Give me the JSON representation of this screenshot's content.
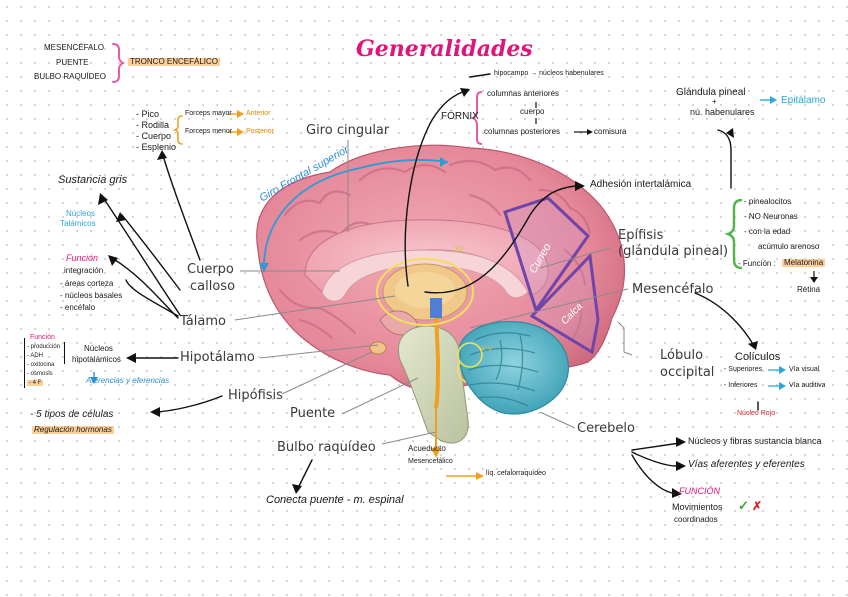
{
  "title": "Generalidades",
  "brainstem_group": {
    "items": [
      "MESENCÉFALO",
      "PUENTE",
      "BULBO RAQUÍDEO"
    ],
    "label": "TRONCO ENCEFÁLICO"
  },
  "labels": {
    "giro_cingular": "Giro cingular",
    "cuerpo_calloso": [
      "Cuerpo",
      "calloso"
    ],
    "talamo": "Tálamo",
    "hipotalamo": "Hipotálamo",
    "hipofisis": "Hipófisis",
    "puente": "Puente",
    "bulbo": "Bulbo raquídeo",
    "epifisis": [
      "Epífisis",
      "(glándula pineal)"
    ],
    "mesencefalo": "Mesencéfalo",
    "lobulo_occipital": [
      "Lóbulo",
      "occipital"
    ],
    "cerebelo": "Cerebelo"
  },
  "brain_text": {
    "giro_frontal_superior": "Giro Frontal superior",
    "cuneo": "Cuneo",
    "calcarina": "Calca",
    "sv": "3V",
    "cv": "4°V"
  },
  "callosum_parts": {
    "items": [
      "- Pico",
      "- Rodilla",
      "- Cuerpo",
      "- Esplenio"
    ],
    "forceps": [
      {
        "label": "Forceps mayor",
        "target": "Anterior"
      },
      {
        "label": "Forceps menor",
        "target": "Posterior"
      }
    ]
  },
  "sustancia_gris": "Sustancia gris",
  "nucleos_talamicos": [
    "Núcleos",
    "Talámicos"
  ],
  "funcion_talamo": {
    "title": "Función",
    "items": [
      "integración",
      "- áreas corteza",
      "- núcleos basales",
      "- encéfalo"
    ]
  },
  "hipotalamo_box": {
    "title": "Función",
    "items": [
      "- producción",
      "- ADH",
      "- oxitocina",
      "- osmosis",
      "- 4 F"
    ],
    "nucleos": [
      "Núcleos",
      "hipotalámicos"
    ],
    "aferencias": "Aferencias y eferencias"
  },
  "hipofisis_notes": [
    "- 5 tipos de células",
    "Regulación hormonas"
  ],
  "fornix": {
    "label": "FÓRNIX",
    "hipocampo": "hipocampo → núcleos habenulares",
    "columnas_anteriores": "columnas anteriores",
    "cuerpo": "cuerpo",
    "columnas_posteriores": "columnas posteriores",
    "conmisura": "comisura"
  },
  "glandula_pineal": {
    "line1": "Glándula pineal",
    "plus": "+",
    "line2": "nú. habenulares",
    "target": "Epitálamo"
  },
  "adhesion": "Adhesión intertalámica",
  "epifisis_notes": {
    "items": [
      "- pinealocitos",
      "- NO Neuronas",
      "- con la edad",
      "acúmulo arenoso"
    ],
    "funcion_label": "- Función :",
    "funcion_value": "Melatonina",
    "retina": "Retina"
  },
  "coliculos": {
    "title": "Colículos",
    "superiores": "- Superiores",
    "via_visual": "Vía visual",
    "inferiores": "- Inferiores",
    "via_auditiva": "Vía auditiva",
    "nucleo_rojo": "Núcleo Rojo"
  },
  "acueducto": {
    "lines": [
      "Acueducto",
      "Mesencefálico"
    ],
    "liquido": "líq. cefalorraquídeo"
  },
  "conecta": "Conecta puente - m. espinal",
  "cerebelo_notes": {
    "nucleos": "Núcleos y fibras sustancia blanca",
    "vias": "Vías aferentes y eferentes",
    "funcion": "FUNCIÓN",
    "movimientos": "Movimientos",
    "coordinados": "coordinados",
    "check": "✓",
    "cross": "✗"
  }
}
